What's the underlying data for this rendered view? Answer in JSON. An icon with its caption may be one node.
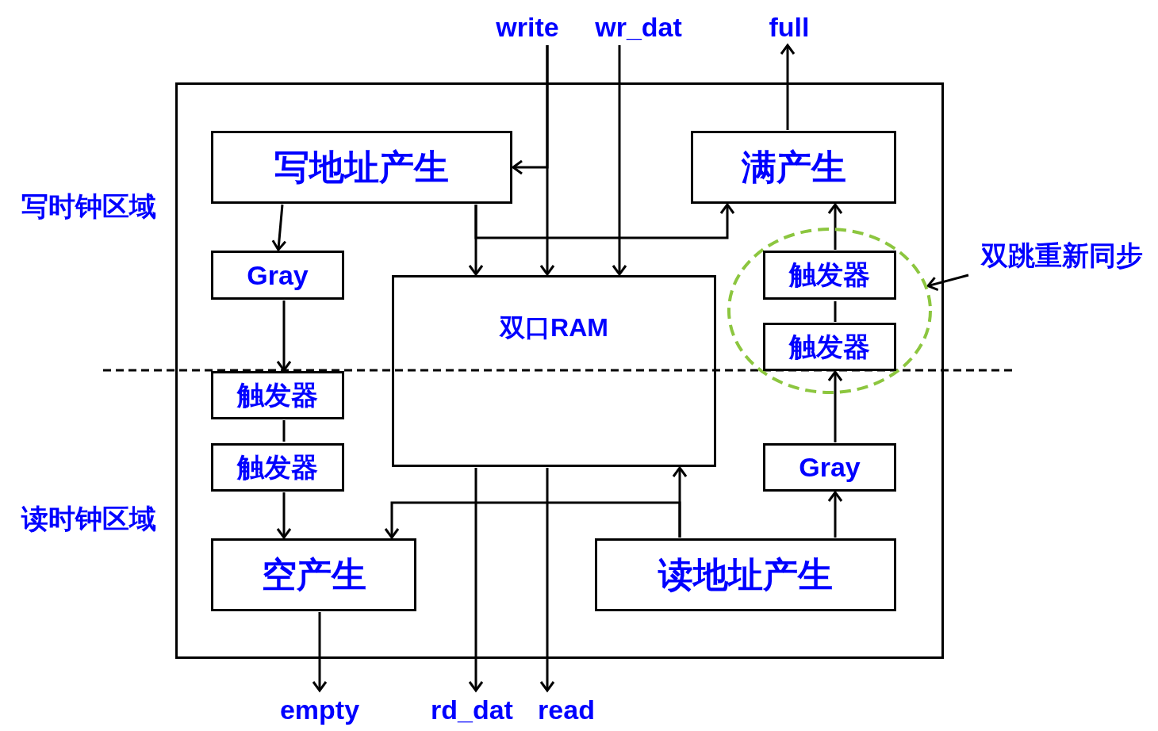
{
  "diagram": {
    "nodes": [
      {
        "text": [],
        "shape": "box"
      },
      {
        "text": [
          "写地址产生"
        ],
        "in": 0
      },
      {
        "text": [
          "满产生"
        ],
        "in": 0
      },
      {
        "text": [
          "Gray"
        ],
        "in": 0
      },
      {
        "text": [
          "双口RAM"
        ],
        "in": 0
      },
      {
        "text": [],
        "shape": "circle",
        "in": 0
      },
      {
        "text": [
          "触发器"
        ],
        "in": 5
      },
      {
        "text": [
          "触发器"
        ],
        "in": 5
      },
      {
        "text": [
          "触发器"
        ],
        "in": 0
      },
      {
        "text": [
          "触发器"
        ],
        "in": 0
      },
      {
        "text": [
          "Gray"
        ],
        "in": 0
      },
      {
        "text": [
          "空产生"
        ],
        "in": 0
      },
      {
        "text": [
          "读地址产生"
        ],
        "in": 0
      },
      {
        "text": [
          "write"
        ]
      },
      {
        "text": [
          "wr_dat"
        ]
      },
      {
        "text": [
          "full"
        ]
      },
      {
        "text": [
          "empty"
        ]
      },
      {
        "text": [
          "rd_dat"
        ]
      },
      {
        "text": [
          "read"
        ]
      },
      {
        "text": [
          "双跳重新同步"
        ]
      }
    ],
    "edges": [
      {
        "from": 13,
        "to": 1,
        "arrow": "to"
      },
      {
        "from": 13,
        "to": 4,
        "arrow": "to"
      },
      {
        "from": 14,
        "to": 4,
        "arrow": "to"
      },
      {
        "from": 2,
        "to": 15,
        "arrow": "to"
      },
      {
        "from": 1,
        "to": 3,
        "arrow": "to"
      },
      {
        "from": 1,
        "to": 4,
        "arrow": "to"
      },
      {
        "from": 1,
        "to": 2,
        "arrow": "to"
      },
      {
        "from": 3,
        "to": 8,
        "arrow": "to"
      },
      {
        "from": 8,
        "to": 9,
        "arrow": "none"
      },
      {
        "from": 9,
        "to": 11,
        "arrow": "to"
      },
      {
        "from": 11,
        "to": 16,
        "arrow": "to"
      },
      {
        "from": 4,
        "to": 17,
        "arrow": "to"
      },
      {
        "from": 4,
        "to": 18,
        "arrow": "to"
      },
      {
        "from": 12,
        "to": 4,
        "arrow": "to"
      },
      {
        "from": 12,
        "to": 11,
        "arrow": "to"
      },
      {
        "from": 12,
        "to": 10,
        "arrow": "to"
      },
      {
        "from": 10,
        "to": 7,
        "arrow": "to"
      },
      {
        "from": 7,
        "to": 6,
        "arrow": "none"
      },
      {
        "from": 6,
        "to": 2,
        "arrow": "to"
      },
      {
        "from": 19,
        "to": 5,
        "arrow": "to"
      }
    ],
    "labels": [
      "写时钟区域",
      "读时钟区域"
    ]
  }
}
